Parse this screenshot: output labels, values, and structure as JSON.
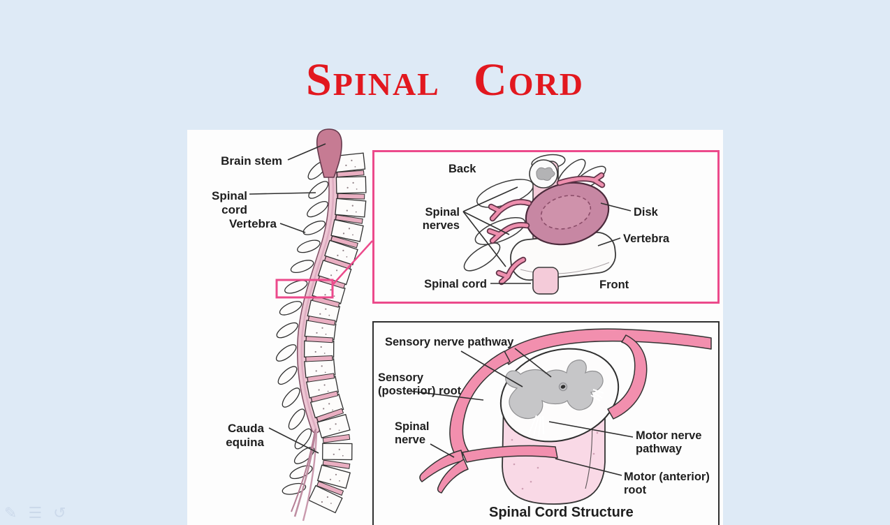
{
  "title": "Spinal Cord",
  "colors": {
    "background": "#deeaf6",
    "panel": "#fdfdfd",
    "title_red": "#e2181f",
    "ink": "#1e1e1e",
    "inset_border_pink": "#ec4a8b",
    "nerve_pink": "#ee8fae",
    "disk_mauve": "#c787a3",
    "cord_pink": "#f4cbd9",
    "gray_matter": "#c6c6c8"
  },
  "spine_panel": {
    "labels": {
      "brain_stem": "Brain stem",
      "spinal_cord": "Spinal cord",
      "vertebra": "Vertebra",
      "cauda_equina": "Cauda equina"
    }
  },
  "vertebra_inset": {
    "labels": {
      "back": "Back",
      "spinal_nerves": "Spinal nerves",
      "disk": "Disk",
      "vertebra": "Vertebra",
      "spinal_cord": "Spinal cord",
      "front": "Front"
    }
  },
  "structure_inset": {
    "caption": "Spinal Cord Structure",
    "labels": {
      "sensory_nerve_pathway": "Sensory nerve pathway",
      "sensory_posterior_root": "Sensory (posterior) root",
      "spinal_nerve": "Spinal nerve",
      "motor_nerve_pathway": "Motor nerve pathway",
      "motor_anterior_root": "Motor (anterior) root"
    }
  },
  "watermark": {
    "icons": [
      {
        "name": "pencil-icon",
        "glyph": "✎"
      },
      {
        "name": "list-icon",
        "glyph": "☰"
      },
      {
        "name": "clock-icon",
        "glyph": "↺"
      }
    ]
  }
}
